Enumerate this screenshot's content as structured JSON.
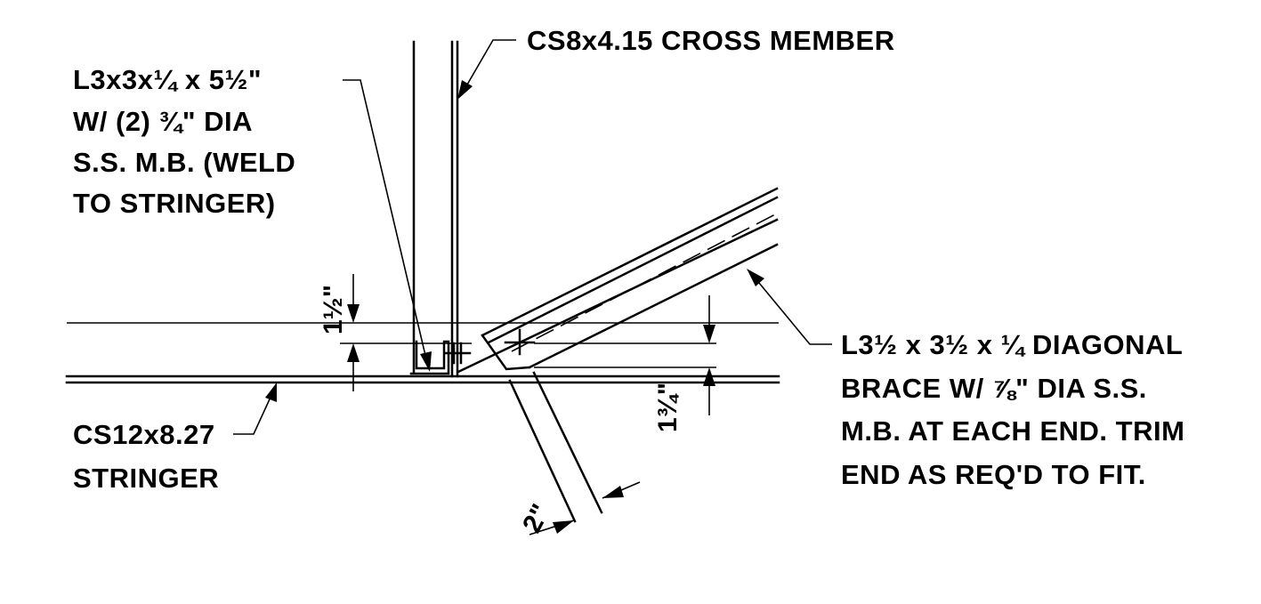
{
  "callouts": {
    "cross_member": "CS8x4.15 CROSS MEMBER",
    "clip_angle": [
      "L3x3x¼ x 5½\"",
      "W/ (2) ¾\" DIA",
      "S.S. M.B. (WELD",
      "TO STRINGER)"
    ],
    "diagonal_brace": [
      "L3½ x 3½ x ¼ DIAGONAL",
      "BRACE W/ ⅞\" DIA S.S.",
      "M.B. AT EACH END.  TRIM",
      "END AS REQ'D TO FIT."
    ],
    "stringer": [
      "CS12x8.27",
      "STRINGER"
    ]
  },
  "dimensions": {
    "bolt_gauge_clip": "1½\"",
    "bolt_gauge_brace": "1¾\"",
    "edge_distance": "2\""
  },
  "colors": {
    "line": "#000000",
    "background": "#ffffff"
  }
}
